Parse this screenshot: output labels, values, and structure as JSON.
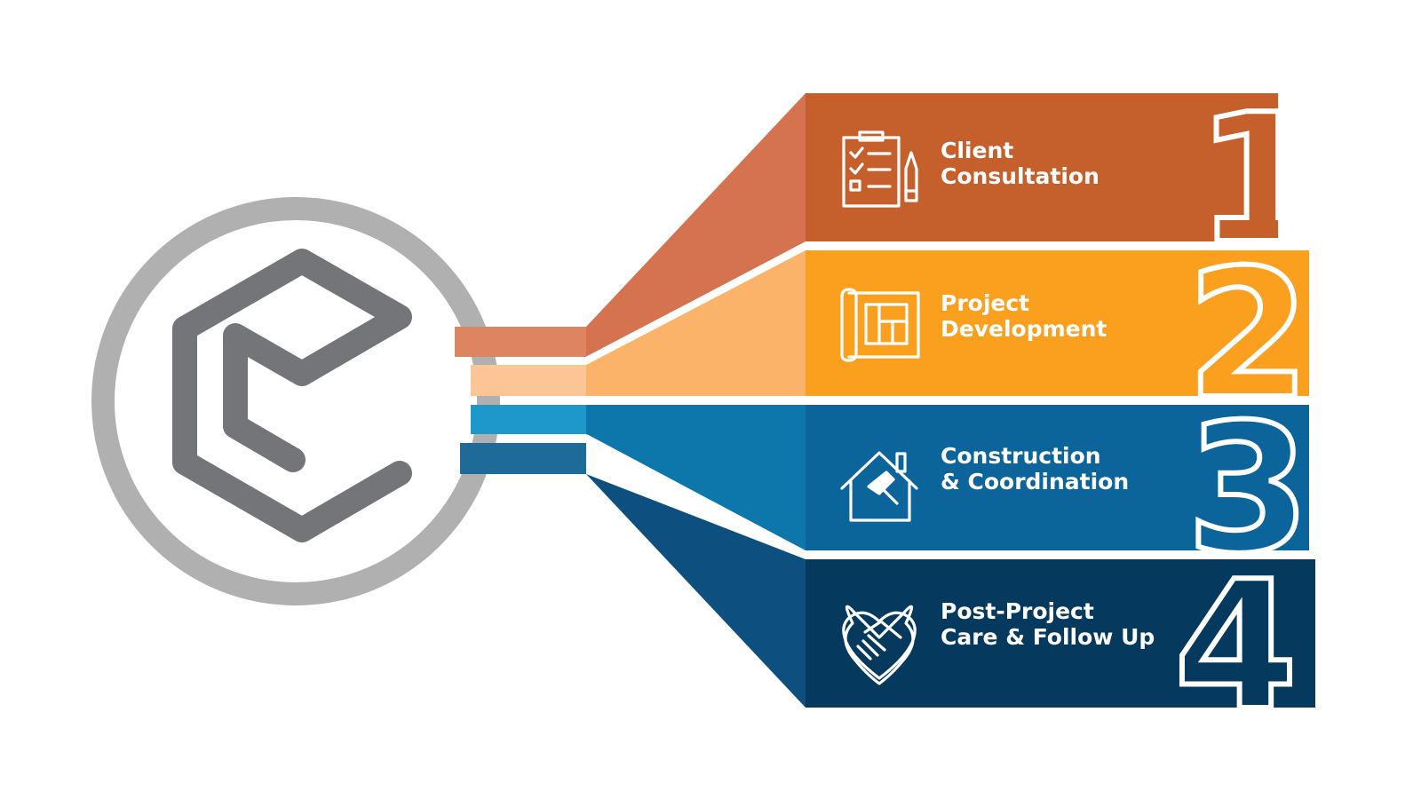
{
  "colors": {
    "step1": "#c55f2c",
    "step1_light": "#d5724f",
    "step2": "#fa9f1e",
    "step2_light": "#fbb36a",
    "step3": "#0b649a",
    "step3_light": "#0d77ac",
    "step4": "#06395e",
    "step4_light": "#0d507f",
    "logo_ring": "#b0b0b0",
    "logo_mark": "#747578"
  },
  "logo": {
    "icon": "hexagon-e-logo-icon"
  },
  "steps": [
    {
      "number": "1",
      "line1": "Client",
      "line2": "Consultation",
      "icon": "clipboard-checklist-icon"
    },
    {
      "number": "2",
      "line1": "Project",
      "line2": "Development",
      "icon": "blueprint-icon"
    },
    {
      "number": "3",
      "line1": "Construction",
      "line2": "& Coordination",
      "icon": "house-hammer-icon"
    },
    {
      "number": "4",
      "line1": "Post-Project",
      "line2": "Care & Follow Up",
      "icon": "heart-handshake-icon"
    }
  ]
}
